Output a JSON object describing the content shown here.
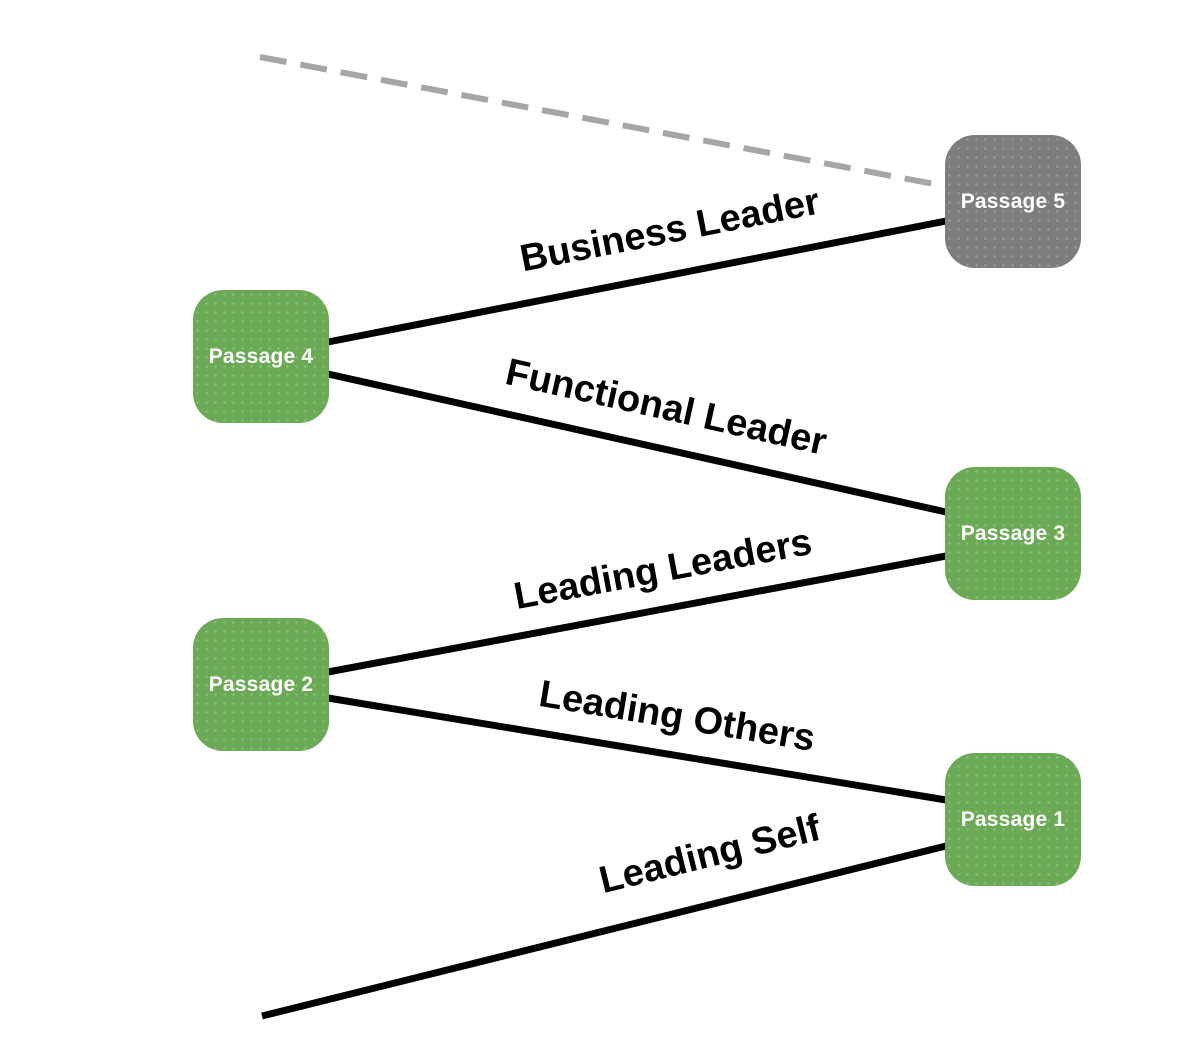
{
  "diagram": {
    "passages": [
      {
        "label": "Passage 1",
        "color": "#6BAA54"
      },
      {
        "label": "Passage 2",
        "color": "#6BAA54"
      },
      {
        "label": "Passage 3",
        "color": "#6BAA54"
      },
      {
        "label": "Passage 4",
        "color": "#6BAA54"
      },
      {
        "label": "Passage 5",
        "color": "#7D7D7D"
      }
    ],
    "stages": [
      {
        "label": "Leading Self"
      },
      {
        "label": "Leading Others"
      },
      {
        "label": "Leading Leaders"
      },
      {
        "label": "Functional Leader"
      },
      {
        "label": "Business Leader"
      }
    ],
    "colors": {
      "background": "#FFFFFF",
      "line": "#000000",
      "dashed_line": "#A6A6A6",
      "box_text": "#FFFFFF",
      "label_text": "#000000"
    }
  }
}
